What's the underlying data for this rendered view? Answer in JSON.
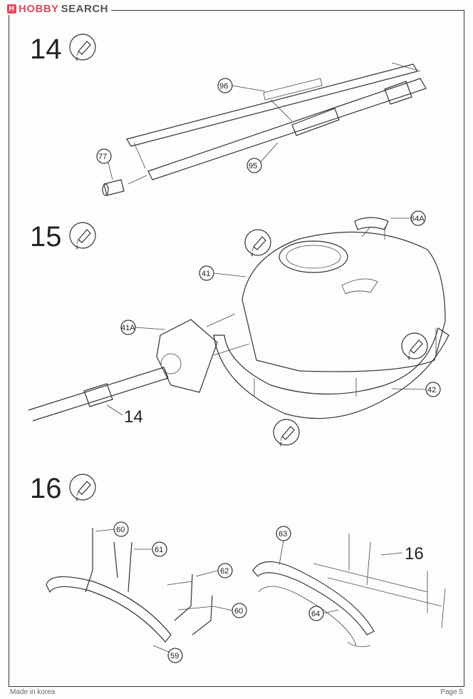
{
  "header": {
    "logo_brand": "HOBBY",
    "logo_suffix": "SEARCH"
  },
  "steps": [
    {
      "number": "14",
      "icon": "glue-tube-icon",
      "parts": [
        "96",
        "95",
        "77"
      ]
    },
    {
      "number": "15",
      "icon": "glue-tube-icon",
      "parts": [
        "64A",
        "41",
        "41A",
        "42"
      ],
      "sub_assembly": "14"
    },
    {
      "number": "16",
      "icon": "glue-tube-icon",
      "parts": [
        "60",
        "61",
        "62",
        "60",
        "59",
        "63",
        "64"
      ],
      "sub_assembly": "16"
    }
  ],
  "footer": {
    "left": "Made in korea",
    "right": "Page 5"
  }
}
